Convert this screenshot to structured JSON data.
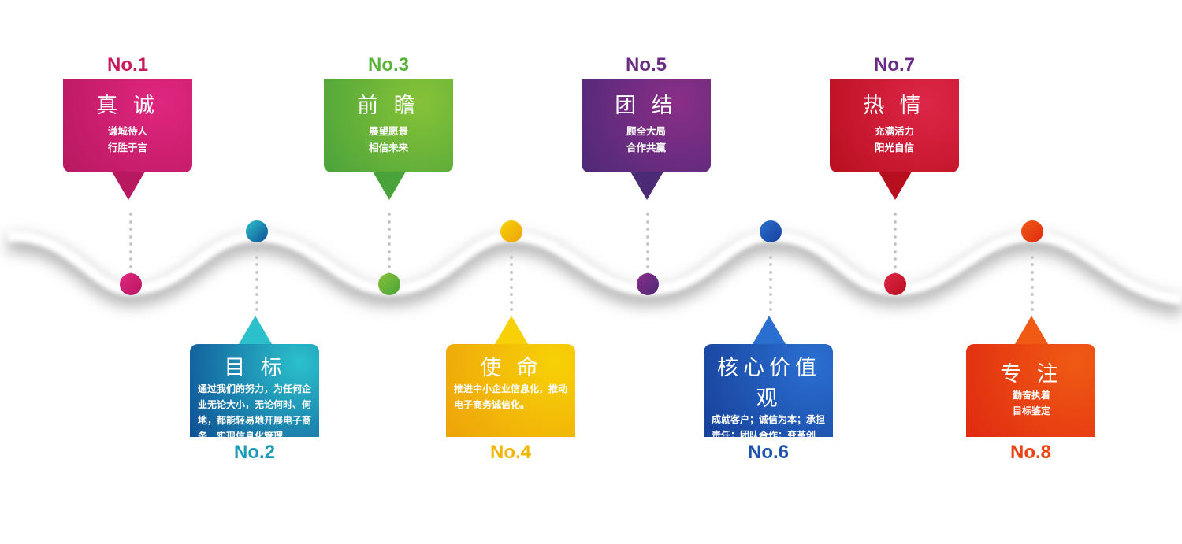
{
  "items": [
    {
      "num": "No.1",
      "title": "真 诚",
      "desc": [
        "谦城待人",
        "行胜于言"
      ],
      "position": "top",
      "colors": {
        "num": "#c8185e",
        "from": "#e0267f",
        "to": "#b81860",
        "node": "#d92370"
      }
    },
    {
      "num": "No.2",
      "title": "目 标",
      "desc": [
        "通过我们的努力，为任何企业无论大小，无论何时、何地，都能轻易地开展电子商务、实现信息化管理。"
      ],
      "position": "bottom",
      "colors": {
        "num": "#1d9ab8",
        "from": "#2bc0cc",
        "to": "#0e4f94",
        "node": "#1a7fc0"
      }
    },
    {
      "num": "No.3",
      "title": "前 瞻",
      "desc": [
        "展望愿景",
        "相信未来"
      ],
      "position": "top",
      "colors": {
        "num": "#5ab43a",
        "from": "#86c238",
        "to": "#4aa33a",
        "node": "#6dbb38"
      }
    },
    {
      "num": "No.4",
      "title": "使 命",
      "desc": [
        "推进中小企业信息化，推动电子商务诚信化。"
      ],
      "position": "bottom",
      "colors": {
        "num": "#f2b705",
        "from": "#f7d106",
        "to": "#eea20a",
        "node": "#f7b90a"
      }
    },
    {
      "num": "No.5",
      "title": "团 结",
      "desc": [
        "顾全大局",
        "合作共赢"
      ],
      "position": "top",
      "colors": {
        "num": "#6a2c82",
        "from": "#8a2e88",
        "to": "#4d2a76",
        "node": "#6b2d80"
      }
    },
    {
      "num": "No.6",
      "title": "核心价值观",
      "desc": [
        "成就客户；诚信为本；承担责任；团队合作；变革创新；共赢成长。"
      ],
      "position": "bottom",
      "colors": {
        "num": "#1f52ae",
        "from": "#2a6fd0",
        "to": "#17409a",
        "node": "#1f5bc0"
      }
    },
    {
      "num": "No.7",
      "title": "热 情",
      "desc": [
        "充满活力",
        "阳光自信"
      ],
      "position": "top",
      "colors": {
        "num": "#6a2c82",
        "from": "#de2648",
        "to": "#b80f1e",
        "node": "#d62548"
      }
    },
    {
      "num": "No.8",
      "title": "专 注",
      "desc": [
        "勤奋执着",
        "目标鉴定"
      ],
      "position": "bottom",
      "colors": {
        "num": "#ee4412",
        "from": "#f05a14",
        "to": "#e02a10",
        "node": "#f5400e"
      }
    }
  ]
}
